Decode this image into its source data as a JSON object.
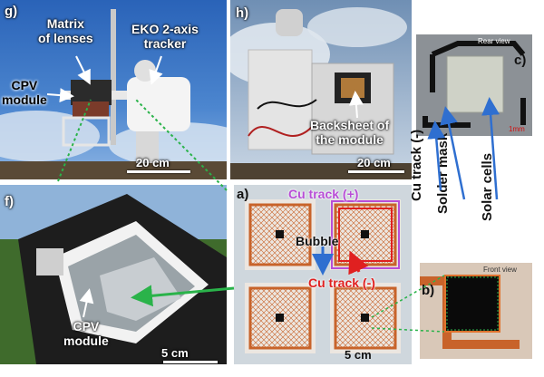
{
  "panels": {
    "g": {
      "letter": "g)",
      "matrix_label": "Matrix\nof lenses",
      "tracker_label": "EKO 2-axis\ntracker",
      "cpv_label": "CPV\nmodule",
      "scale": "20 cm"
    },
    "h": {
      "letter": "h)",
      "backsheet_label": "Backsheet of\nthe module",
      "scale": "20 cm"
    },
    "c": {
      "letter": "c)",
      "view": "Rear view",
      "scale": "1mm"
    },
    "f": {
      "letter": "f)",
      "cpv_label": "CPV\nmodule",
      "scale": "5 cm"
    },
    "a": {
      "letter": "a)",
      "cu_plus": "Cu track (+)",
      "bubble": "Bubble",
      "cu_minus": "Cu track (-)",
      "scale": "5 cm"
    },
    "b": {
      "letter": "b)",
      "view": "Front view"
    },
    "side_labels": {
      "cu_track": "Cu track (-)",
      "solder_mask": "Solder mask",
      "solar_cells": "Solar cells"
    }
  },
  "colors": {
    "label_white": "#ffffff",
    "label_black": "#111111",
    "cu_plus": "#b84dd6",
    "cu_minus": "#e02020",
    "arrow_blue": "#2f6fd0",
    "connector_green": "#2ab34a",
    "copper": "#c8632a"
  }
}
